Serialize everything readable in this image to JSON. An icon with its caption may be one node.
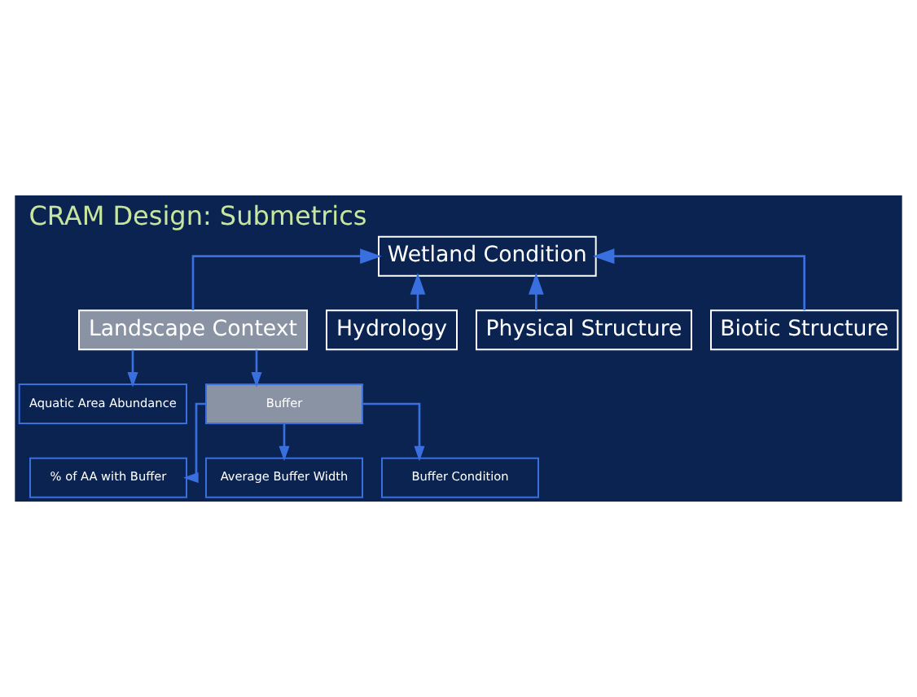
{
  "diagram": {
    "title": "CRAM Design: Submetrics",
    "nodes": [
      {
        "text": [
          "Wetland Condition"
        ]
      },
      {
        "text": [
          "Landscape Context"
        ]
      },
      {
        "text": [
          "Hydrology"
        ]
      },
      {
        "text": [
          "Physical Structure"
        ]
      },
      {
        "text": [
          "Biotic Structure"
        ]
      },
      {
        "text": [
          "Aquatic Area Abundance"
        ]
      },
      {
        "text": [
          "Buffer"
        ]
      },
      {
        "text": [
          "% of AA with Buffer"
        ]
      },
      {
        "text": [
          "Average Buffer Width"
        ]
      },
      {
        "text": [
          "Buffer Condition"
        ]
      }
    ],
    "edges": [
      {
        "from": 1,
        "to": 0,
        "arrow": "to"
      },
      {
        "from": 2,
        "to": 0,
        "arrow": "to"
      },
      {
        "from": 3,
        "to": 0,
        "arrow": "to"
      },
      {
        "from": 4,
        "to": 0,
        "arrow": "to"
      },
      {
        "from": 1,
        "to": 5,
        "arrow": "to"
      },
      {
        "from": 1,
        "to": 6,
        "arrow": "to"
      },
      {
        "from": 6,
        "to": 7,
        "arrow": "to"
      },
      {
        "from": 6,
        "to": 8,
        "arrow": "to"
      },
      {
        "from": 6,
        "to": 9,
        "arrow": "to"
      }
    ]
  }
}
